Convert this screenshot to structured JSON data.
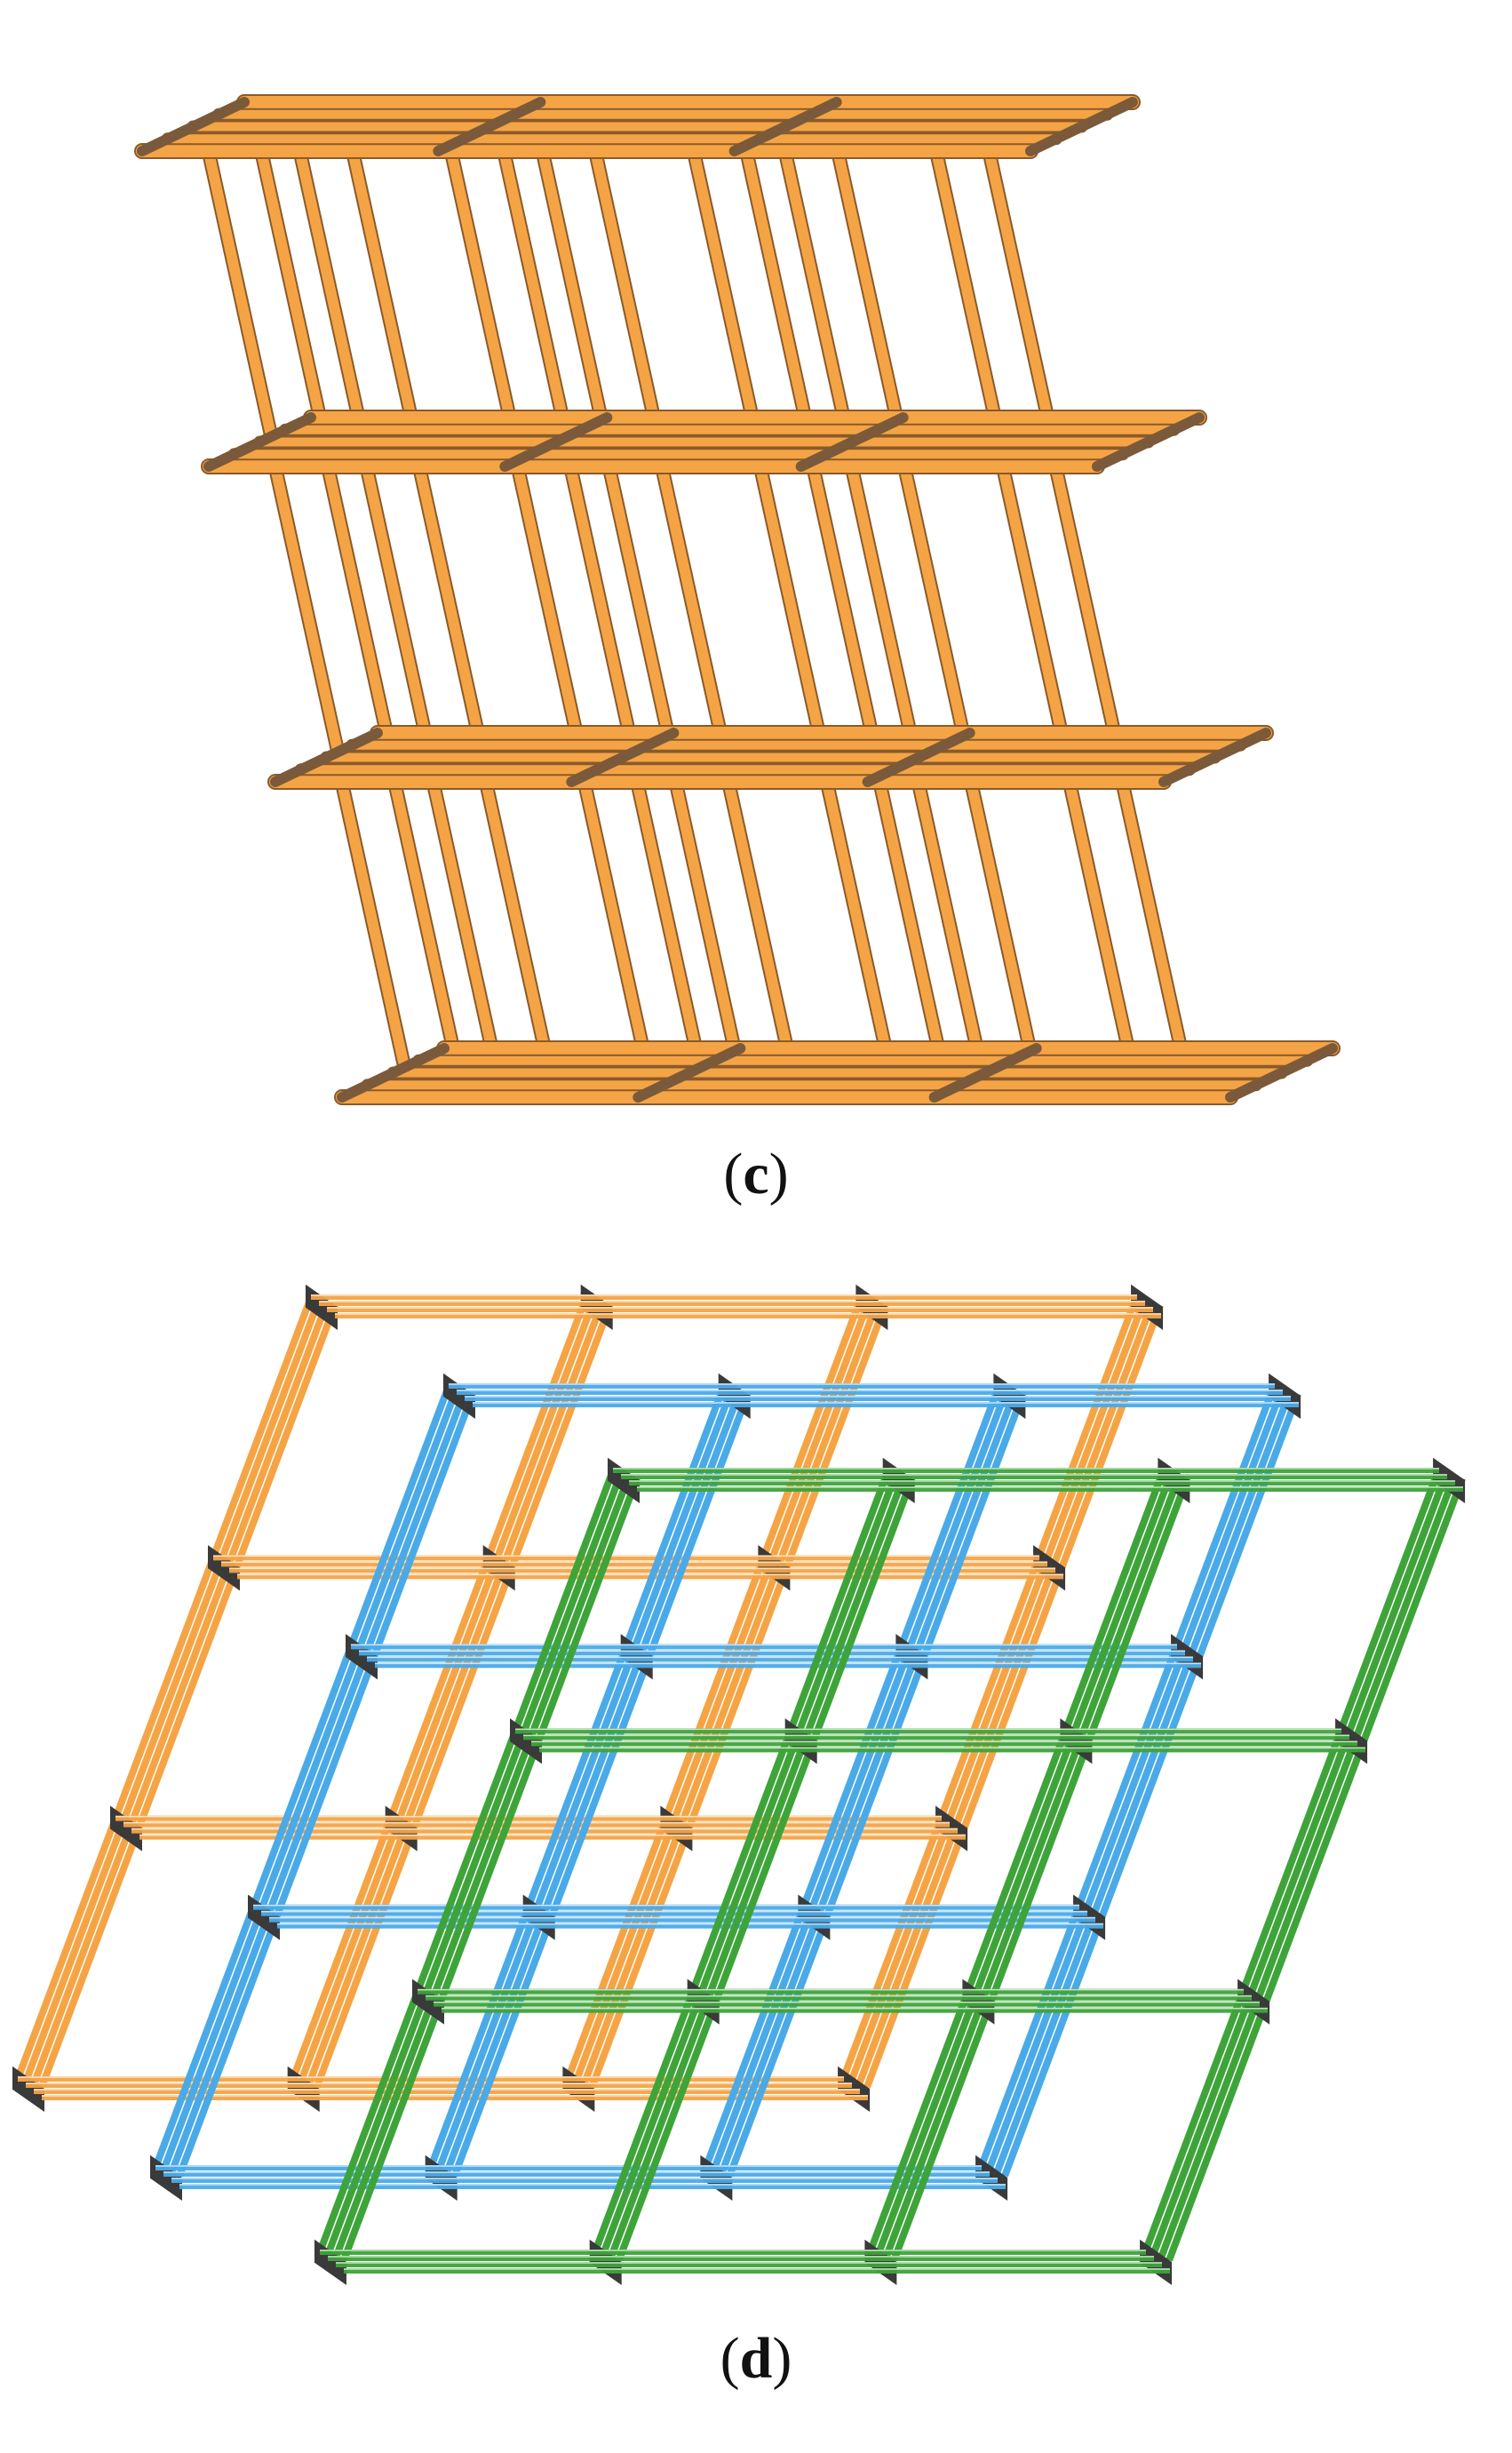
{
  "figure": {
    "panels": [
      {
        "id": "c",
        "caption_open": "(",
        "caption_letter": "c",
        "caption_close": ")",
        "colors": {
          "rod": "#F5A445",
          "rod_edge": "#8A5A2A",
          "rod_dark": "#7A5A3A"
        },
        "layers": 4,
        "cells_per_layer": 3
      },
      {
        "id": "d",
        "caption_open": "(",
        "caption_letter": "d",
        "caption_close": ")",
        "colors": {
          "frame_orange": "#F5A445",
          "frame_blue": "#4AAAE8",
          "frame_green": "#3EA43A",
          "joint": "#3A3A3A"
        },
        "frames": 3,
        "cells_per_frame": 3
      }
    ]
  }
}
